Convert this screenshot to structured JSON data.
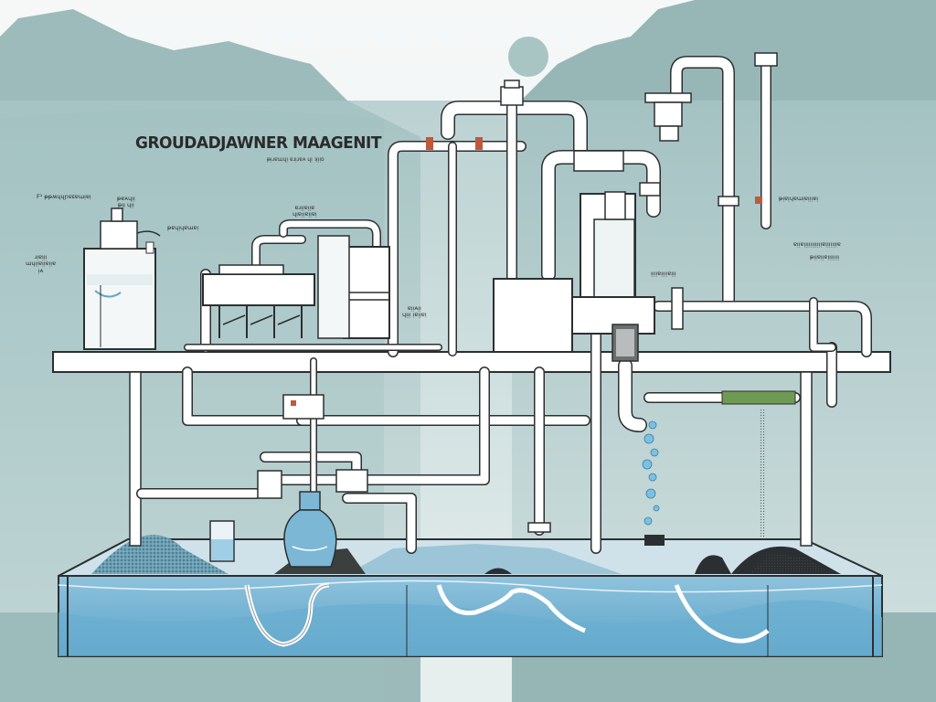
{
  "diagram": {
    "title": "GROUDADJAWNER MAAGENIT",
    "subtitle": "ᵽᴉɹɐɯɥᴉ ɐɹᴉɹɐᴀ ɥᴉ ʞᴉᴉᴅ",
    "labels": {
      "left_top": "F¹ ᵽᵽʍɥɥɲɐᴇɐɯᴉɐᴉ",
      "left_top_2": "ᵽɐᴀɥᴉᴉ\nᵽᴉᴉ ɥᴉᴉ",
      "left_mid_1": "ᵽɐɥᴉɥɐɯɐᴉ",
      "left_mid_2": "ɹᴉɐᴉᴉᴉ\nɯɥᴉᴉɐᴉᴉɐᴉᴉɐ\nᴉᴀ",
      "center_small": "ɐɹᴉᴉɐᴉᴉɐ\nɥᴉɐᴉᴉɐᴉᴉɐᴉ",
      "center_mid": "ɐᴉᴉᴀᴉᴉ\nɥᴉᴉᴉ ᴉɐᴉᴉɐᴉ",
      "right_mid": "ᴉᴉᴉᴉɐᴉᴉᴉᴉɐᴉᴉᴉ",
      "right_top": "ᵽᴉɐᴉɥɐɯᴉɐᴉᴉᴉɐᴉ",
      "right_1": "ɐᴉᴉɐᴉᴉᴉᴉᴉᴉᴉᴉᴉᴉᴉɐᴉᴉᴉᴉᴉᴉᴉɐ",
      "right_2": "ᵽᴉᴉɐᴉᴉɐᴉᴉᴉᴉᴉᴉᴉ"
    },
    "colors": {
      "sky_top": "#f4f7f7",
      "mountain": "#7fa7a6",
      "haze": "#b9d0d0",
      "water": "#7cb8d6",
      "water_deep": "#5ea6c9",
      "gravel": "#3b3f3e",
      "pipe": "#ffffff",
      "outline": "#2c2f31",
      "sediment_green": "#6f9a53"
    }
  }
}
